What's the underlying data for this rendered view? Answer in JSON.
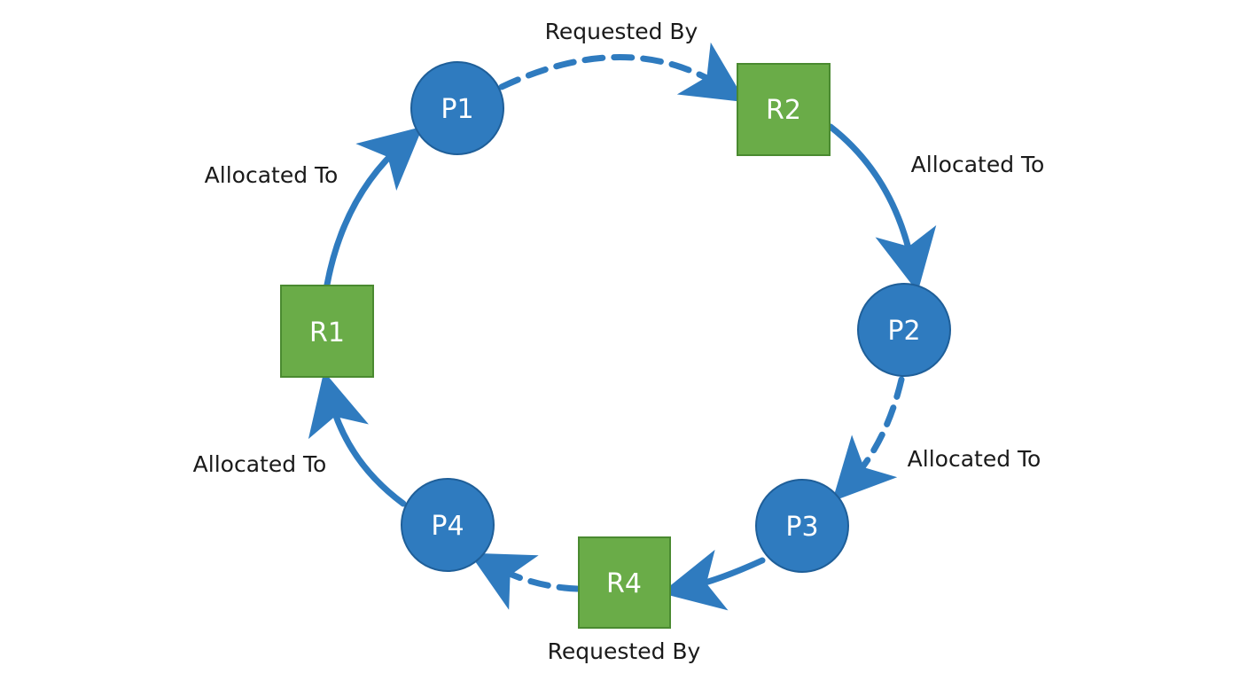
{
  "colors": {
    "process_fill": "#2f7bbf",
    "process_stroke": "#1f5f99",
    "resource_fill": "#6aac48",
    "resource_stroke": "#4a8a30",
    "edge": "#2f7bbf"
  },
  "nodes": {
    "p1": {
      "label": "P1",
      "shape": "circle"
    },
    "p2": {
      "label": "P2",
      "shape": "circle"
    },
    "p3": {
      "label": "P3",
      "shape": "circle"
    },
    "p4": {
      "label": "P4",
      "shape": "circle"
    },
    "r1": {
      "label": "R1",
      "shape": "square"
    },
    "r2": {
      "label": "R2",
      "shape": "square"
    },
    "r4": {
      "label": "R4",
      "shape": "square"
    }
  },
  "edges": {
    "p1_r2": {
      "from": "P1",
      "to": "R2",
      "style": "dashed",
      "label": "Requested By"
    },
    "r2_p2": {
      "from": "R2",
      "to": "P2",
      "style": "solid",
      "label": "Allocated To"
    },
    "p2_p3": {
      "from": "P2",
      "to": "P3",
      "style": "dashed",
      "label": "Allocated To"
    },
    "p3_r4": {
      "from": "P3",
      "to": "R4",
      "style": "solid",
      "label": "Requested By"
    },
    "r4_p4": {
      "from": "R4",
      "to": "P4",
      "style": "dashed",
      "label": ""
    },
    "p4_r1": {
      "from": "P4",
      "to": "R1",
      "style": "solid",
      "label": "Allocated To"
    },
    "r1_p1": {
      "from": "R1",
      "to": "P1",
      "style": "solid",
      "label": "Allocated To"
    }
  }
}
